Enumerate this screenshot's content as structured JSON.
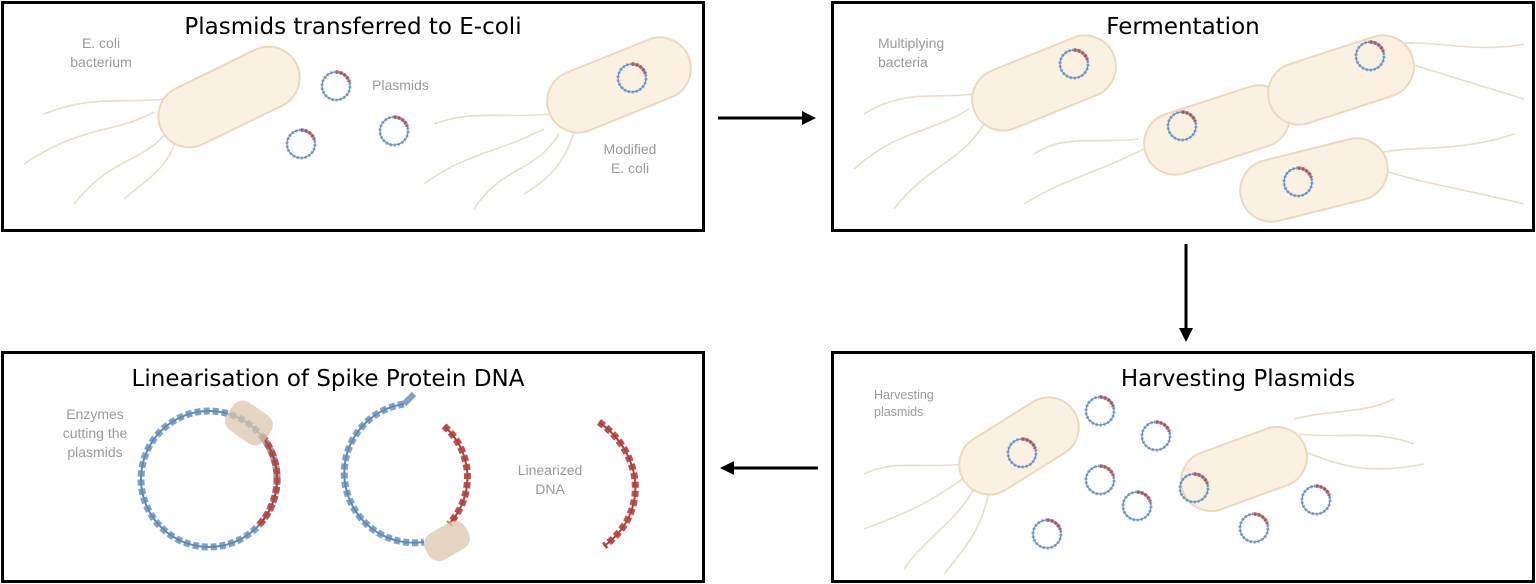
{
  "panels": {
    "p1": {
      "title": "Plasmids transferred to E-coli",
      "labels": {
        "ecoli_1": "E. coli",
        "ecoli_2": "bacterium",
        "plasmids": "Plasmids",
        "modified_1": "Modified",
        "modified_2": "E. coli"
      }
    },
    "p2": {
      "title": "Fermentation",
      "labels": {
        "mult_1": "Multiplying",
        "mult_2": "bacteria"
      }
    },
    "p3": {
      "title": "Harvesting Plasmids",
      "labels": {
        "harv_1": "Harvesting",
        "harv_2": "plasmids"
      }
    },
    "p4": {
      "title": "Linearisation of Spike Protein DNA",
      "labels": {
        "enz_1": "Enzymes",
        "enz_2": "cutting the",
        "enz_3": "plasmids",
        "lin_1": "Linearized",
        "lin_2": "DNA"
      }
    }
  },
  "colors": {
    "bacterium_fill": "#fbf1e2",
    "bacterium_stroke": "#ead9bf",
    "flagella": "#eadcc7",
    "dna_blue": "#7fa3c8",
    "dna_red": "#c0504d",
    "enzyme": "#d9c7ad"
  }
}
